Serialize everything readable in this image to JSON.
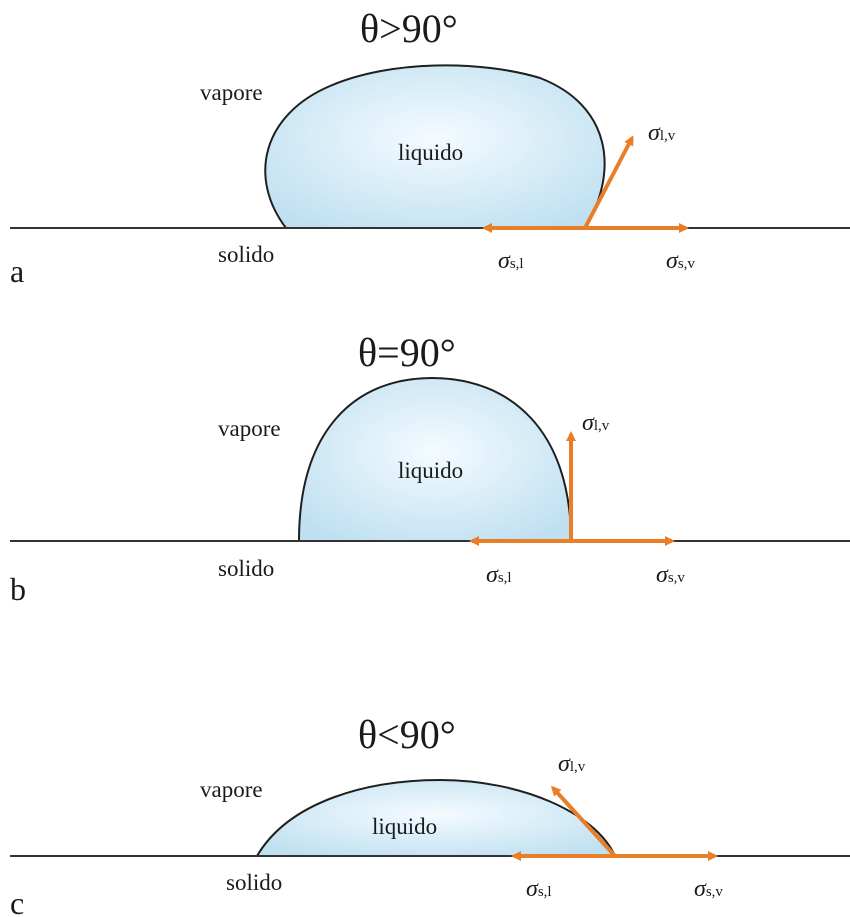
{
  "colors": {
    "arrow": "#e97e29",
    "droplet_fill_center": "#f4fbff",
    "droplet_fill_edge": "#bfe0f1",
    "line": "#333333"
  },
  "panels": [
    {
      "letter": "a",
      "angle_label": "θ>90°",
      "vapor_label": "vapore",
      "liquid_label": "liquido",
      "solid_label": "solido",
      "sigma_lv": {
        "symbol": "σ",
        "sub": "l,v"
      },
      "sigma_sl": {
        "symbol": "σ",
        "sub": "s,l"
      },
      "sigma_sv": {
        "symbol": "σ",
        "sub": "s,v"
      }
    },
    {
      "letter": "b",
      "angle_label": "θ=90°",
      "vapor_label": "vapore",
      "liquid_label": "liquido",
      "solid_label": "solido",
      "sigma_lv": {
        "symbol": "σ",
        "sub": "l,v"
      },
      "sigma_sl": {
        "symbol": "σ",
        "sub": "s,l"
      },
      "sigma_sv": {
        "symbol": "σ",
        "sub": "s,v"
      }
    },
    {
      "letter": "c",
      "angle_label": "θ<90°",
      "vapor_label": "vapore",
      "liquid_label": "liquido",
      "solid_label": "solido",
      "sigma_lv": {
        "symbol": "σ",
        "sub": "l,v"
      },
      "sigma_sl": {
        "symbol": "σ",
        "sub": "s,l"
      },
      "sigma_sv": {
        "symbol": "σ",
        "sub": "s,v"
      }
    }
  ]
}
